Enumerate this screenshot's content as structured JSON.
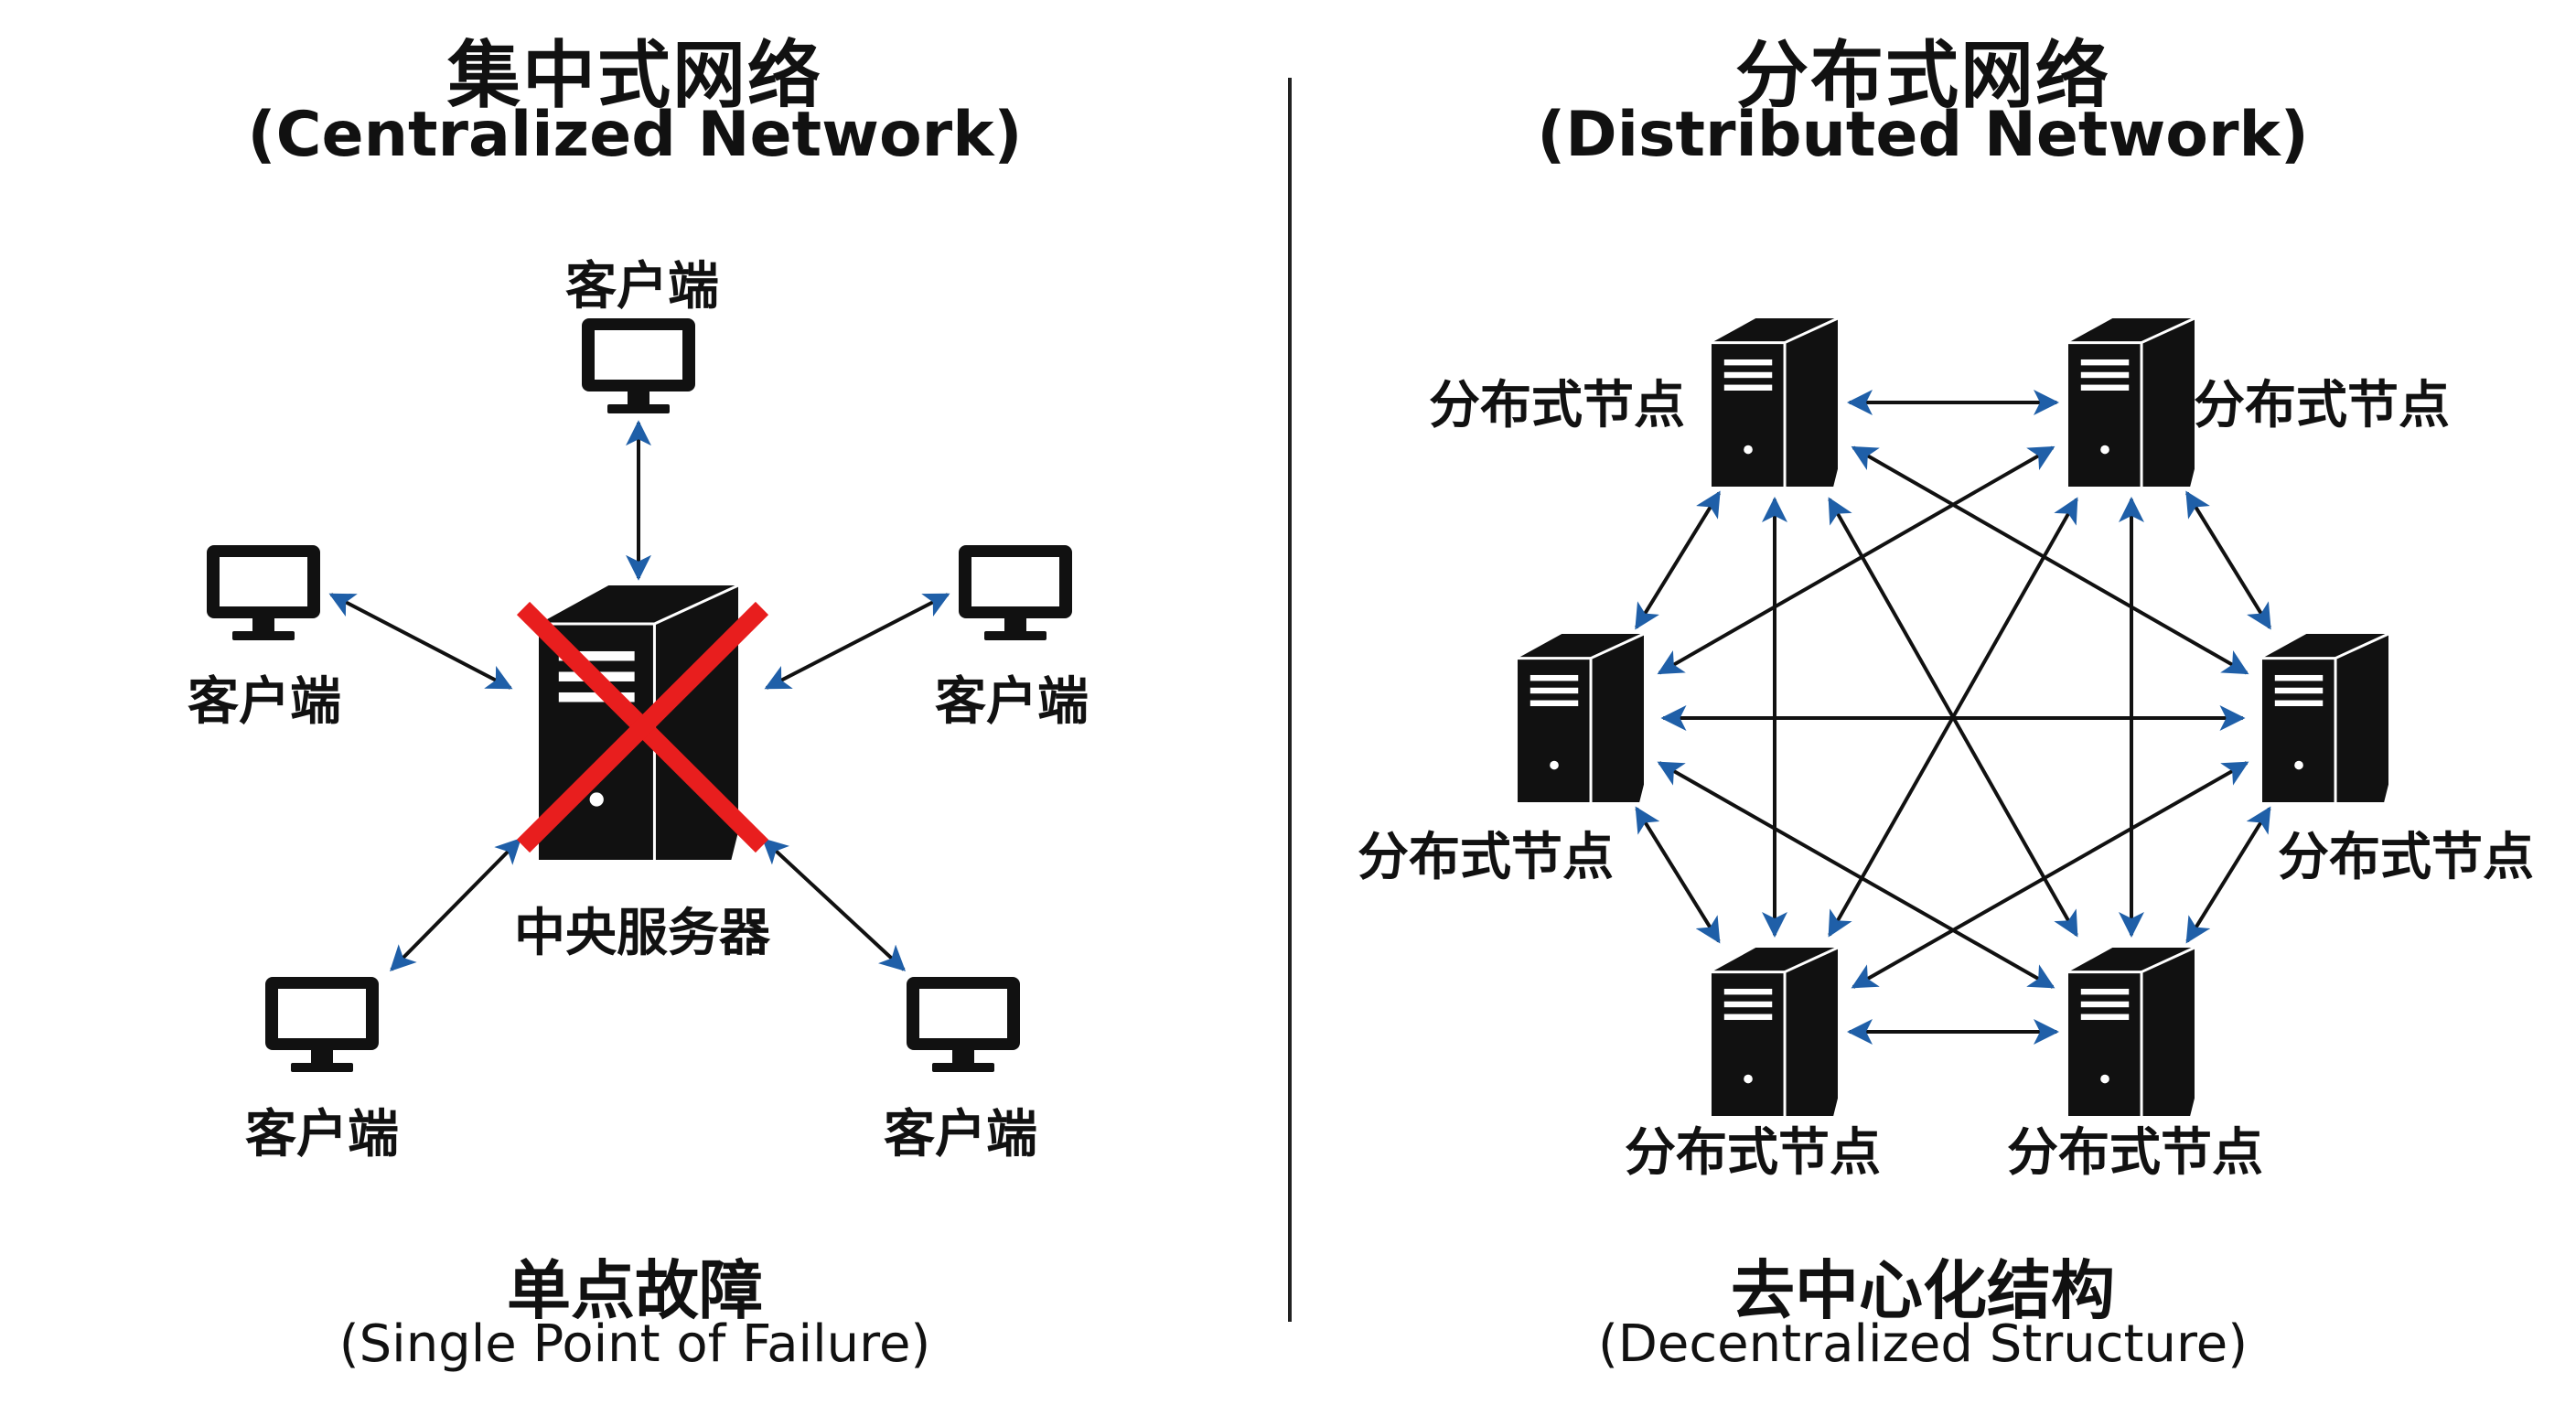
{
  "left": {
    "title_zh": "集中式网络",
    "title_en": "(Centralized Network)",
    "client_label": "客户端",
    "server_label": "中央服务器",
    "footer_zh": "单点故障",
    "footer_en": "(Single Point of Failure)"
  },
  "right": {
    "title_zh": "分布式网络",
    "title_en": "(Distributed Network)",
    "node_label": "分布式节点",
    "footer_zh": "去中心化结构",
    "footer_en": "(Decentralized Structure)"
  },
  "colors": {
    "arrow": "#1f5fa8",
    "line": "#111111",
    "cross": "#e81e1e",
    "device": "#111111"
  }
}
